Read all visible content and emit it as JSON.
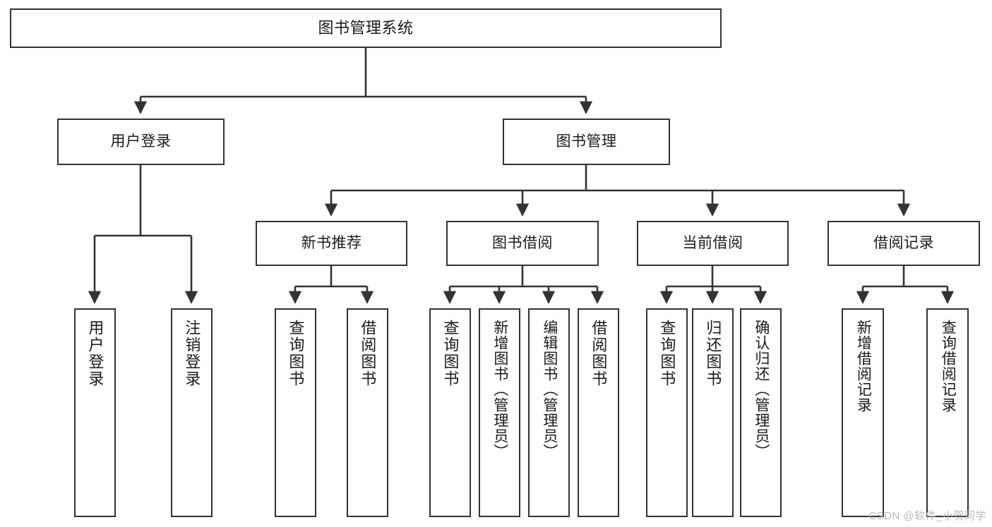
{
  "diagram": {
    "title": "图书管理系统",
    "watermark": "CSDN @软件_小贺同学",
    "colors": {
      "box_border": "#333333",
      "box_fill": "#ffffff",
      "edge": "#333333",
      "text": "#1a1a1a",
      "watermark": "#b9b9b9",
      "background": "#ffffff"
    },
    "nodes": {
      "root": {
        "label": "图书管理系统"
      },
      "level2": [
        {
          "label": "用户登录"
        },
        {
          "label": "图书管理"
        }
      ],
      "level3": [
        {
          "label": "新书推荐"
        },
        {
          "label": "图书借阅"
        },
        {
          "label": "当前借阅"
        },
        {
          "label": "借阅记录"
        }
      ],
      "leaves": {
        "user_login": [
          {
            "label": "用户登录"
          },
          {
            "label": "注销登录"
          }
        ],
        "new_book_recommend": [
          {
            "label": "查询图书"
          },
          {
            "label": "借阅图书"
          }
        ],
        "book_borrow": [
          {
            "label": "查询图书"
          },
          {
            "label": "新增图书（管理员）"
          },
          {
            "label": "编辑图书（管理员）"
          },
          {
            "label": "借阅图书"
          }
        ],
        "current_borrow": [
          {
            "label": "查询图书"
          },
          {
            "label": "归还图书"
          },
          {
            "label": "确认归还（管理员）"
          }
        ],
        "borrow_records": [
          {
            "label": "新增借阅记录"
          },
          {
            "label": "查询借阅记录"
          }
        ]
      }
    }
  }
}
